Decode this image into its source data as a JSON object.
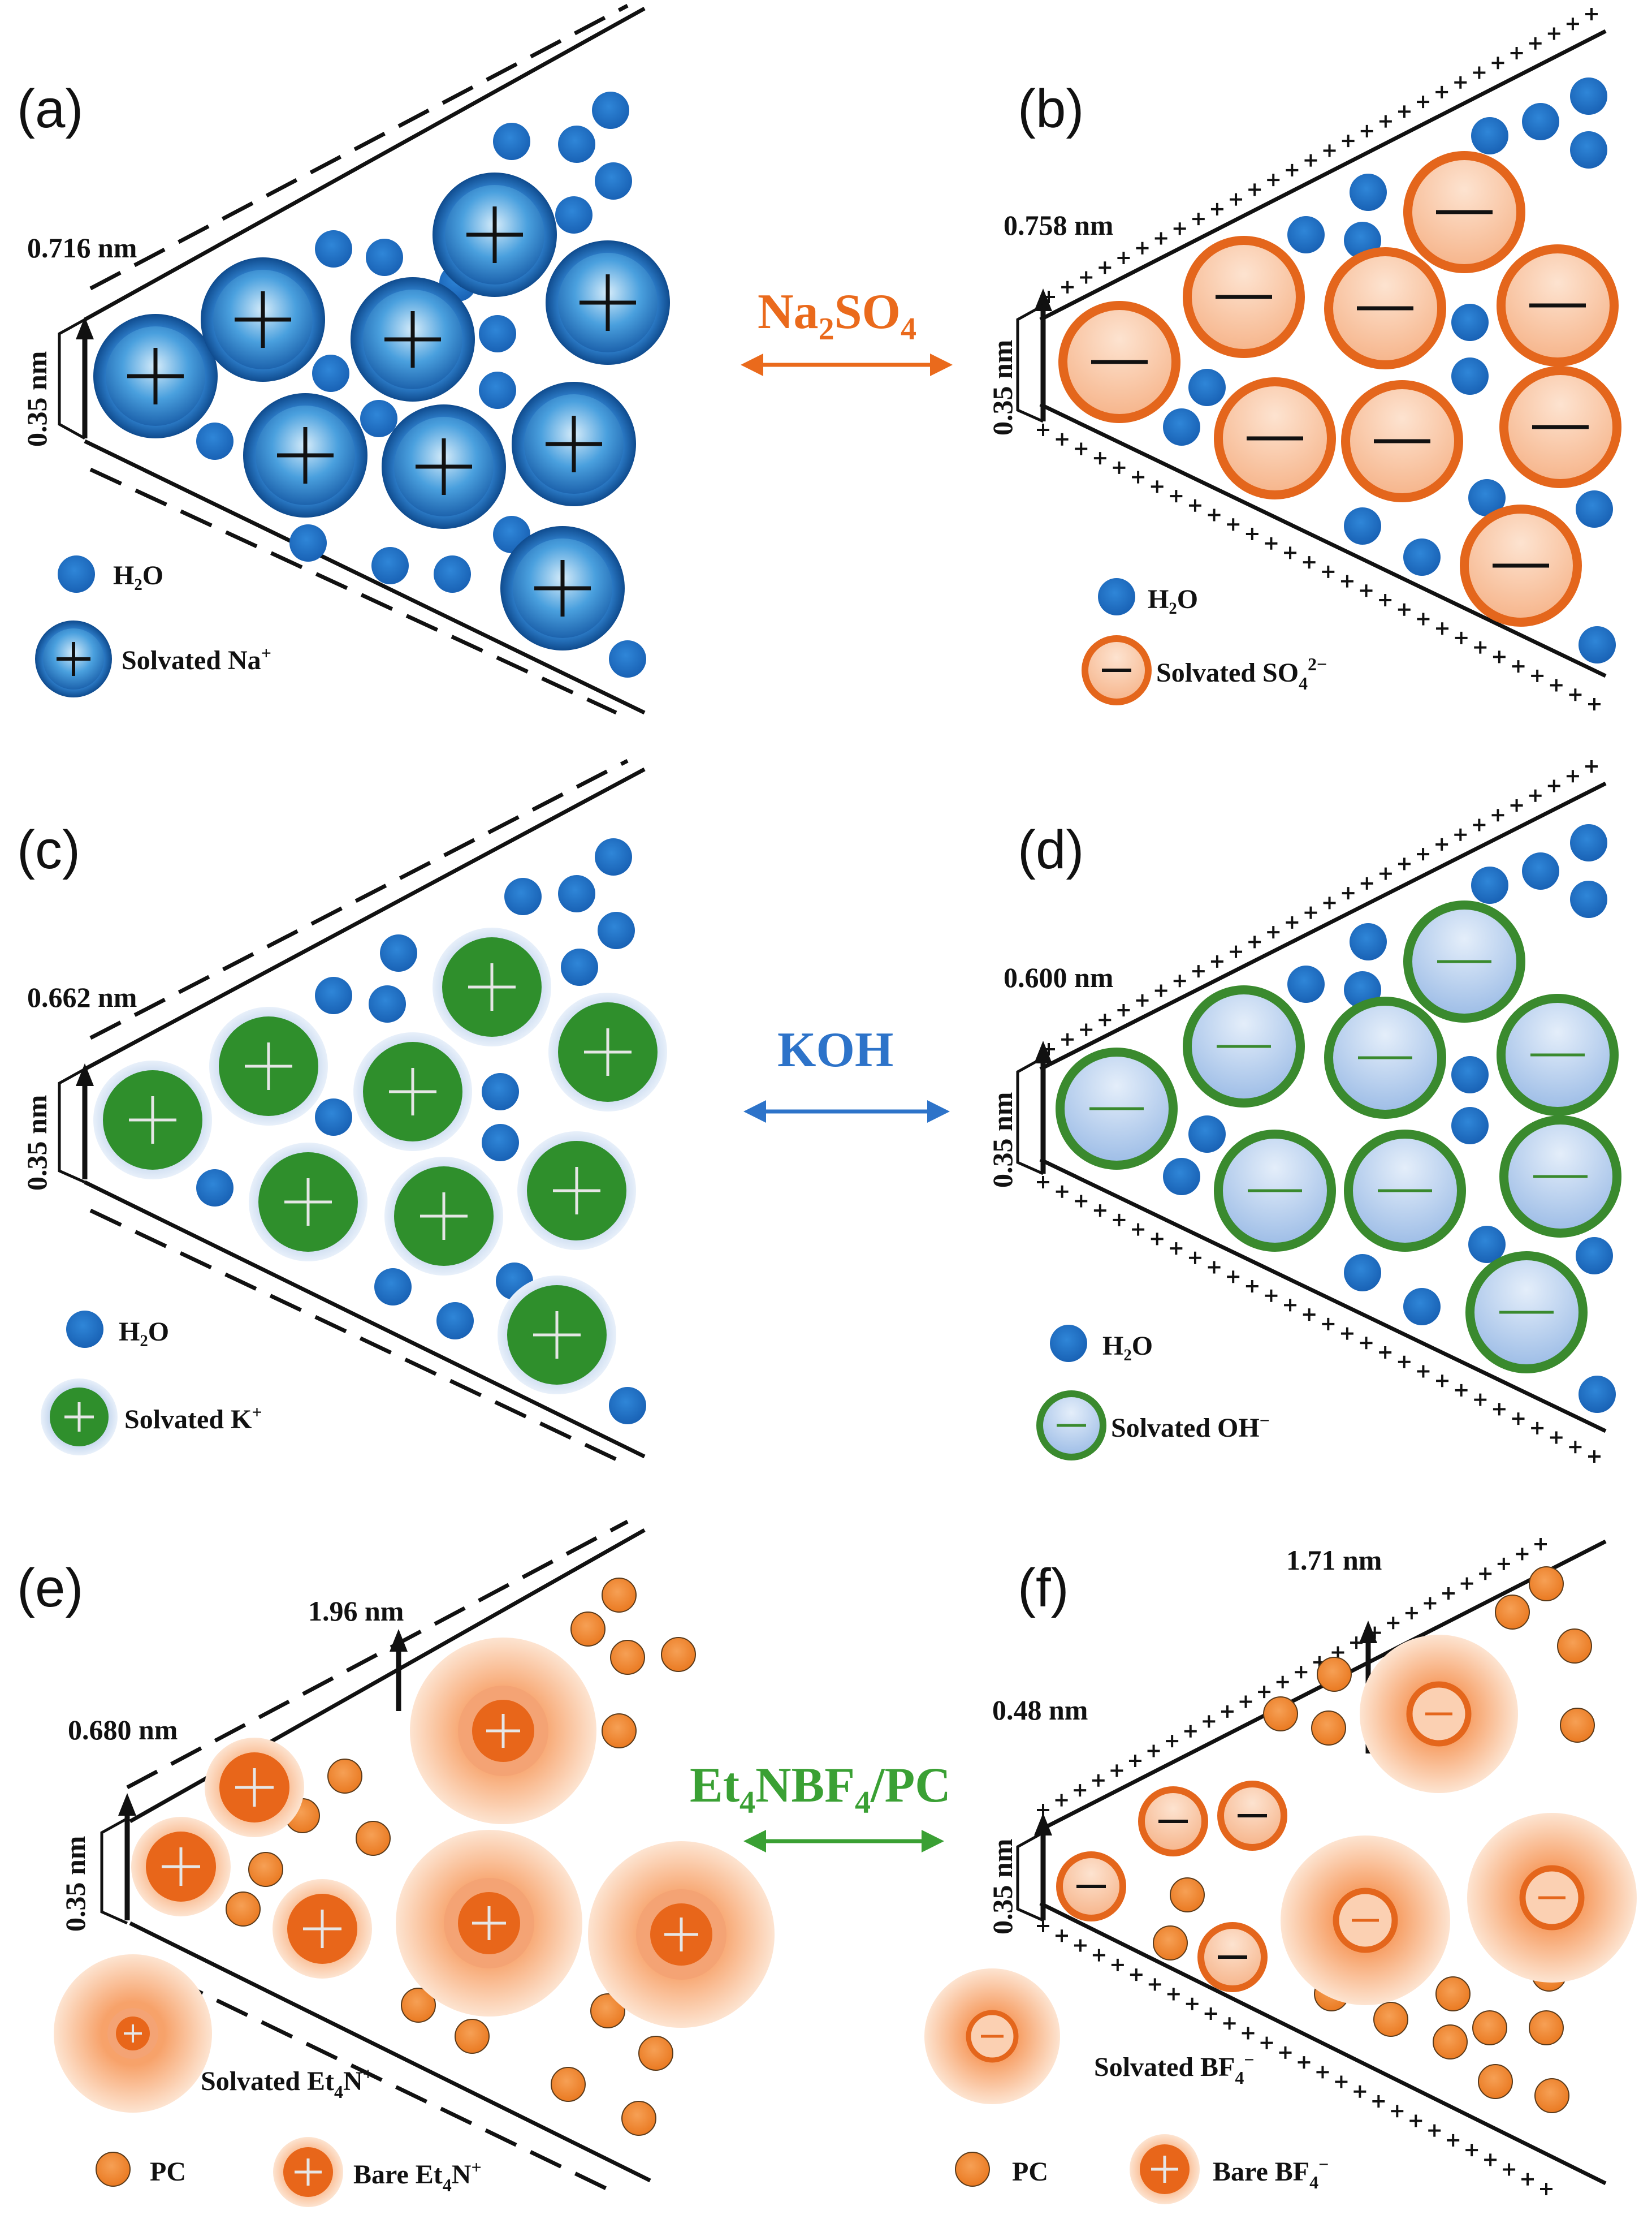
{
  "colors": {
    "water": "#1f6fc4",
    "orange_accent": "#ea6a1c",
    "blue_accent": "#2d73c9",
    "green_accent": "#3aa034",
    "green_ion": "#2f8f2c",
    "pc": "#f08a34"
  },
  "panels": {
    "a": {
      "label": "(a)",
      "pore_label": "0.716 nm",
      "entrance_label": "0.35 nm",
      "legend_water": "H₂O",
      "legend_ion_prefix": "Solvated Na",
      "legend_ion_charge": "+",
      "ion_icon": "plus-icon",
      "wall_style": "dashed"
    },
    "b": {
      "label": "(b)",
      "pore_label": "0.758 nm",
      "entrance_label": "0.35 nm",
      "legend_water": "H₂O",
      "legend_ion_prefix": "Solvated SO",
      "legend_ion_sub": "4",
      "legend_ion_charge": "2−",
      "ion_icon": "minus-icon",
      "wall_style": "plus-charged"
    },
    "c": {
      "label": "(c)",
      "pore_label": "0.662 nm",
      "entrance_label": "0.35 nm",
      "legend_water": "H₂O",
      "legend_ion_prefix": "Solvated K",
      "legend_ion_charge": "+",
      "ion_icon": "plus-icon",
      "wall_style": "dashed"
    },
    "d": {
      "label": "(d)",
      "pore_label": "0.600 nm",
      "entrance_label": "0.35 nm",
      "legend_water": "H₂O",
      "legend_ion_prefix": "Solvated OH",
      "legend_ion_charge": "−",
      "ion_icon": "minus-icon",
      "wall_style": "plus-charged"
    },
    "e": {
      "label": "(e)",
      "pore_label": "0.680 nm",
      "large_pore_label": "1.96 nm",
      "entrance_label": "0.35 nm",
      "legend_solvated_prefix": "Solvated Et",
      "legend_solvated_sub": "4",
      "legend_solvated_suffix": "N",
      "legend_solvated_charge": "+",
      "legend_pc": "PC",
      "legend_bare_prefix": "Bare Et",
      "legend_bare_sub": "4",
      "legend_bare_suffix": "N",
      "legend_bare_charge": "+"
    },
    "f": {
      "label": "(f)",
      "pore_label": "0.48 nm",
      "large_pore_label": "1.71 nm",
      "entrance_label": "0.35 nm",
      "legend_solvated_prefix": "Solvated BF",
      "legend_solvated_sub": "4",
      "legend_solvated_charge": "−",
      "legend_pc": "PC",
      "legend_bare_prefix": "Bare BF",
      "legend_bare_sub": "4",
      "legend_bare_charge": "−"
    }
  },
  "electrolytes": {
    "row1": {
      "prefix": "Na",
      "sub1": "2",
      "mid": "SO",
      "sub2": "4"
    },
    "row2": {
      "text": "KOH"
    },
    "row3": {
      "prefix": "Et",
      "sub1": "4",
      "mid": "NBF",
      "sub2": "4",
      "suffix": "/PC"
    }
  }
}
